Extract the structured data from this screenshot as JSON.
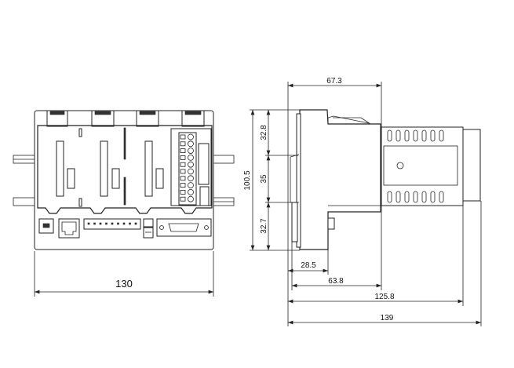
{
  "front_view": {
    "width_label": "130"
  },
  "side_view": {
    "top_width_label": "67.3",
    "height_total_label": "100.5",
    "height_top_label": "32.8",
    "rail_label": "35",
    "height_bottom_label": "32.7",
    "depth_28_label": "28.5",
    "depth_63_label": "63.8",
    "depth_125_label": "125.8",
    "depth_139_label": "139"
  }
}
